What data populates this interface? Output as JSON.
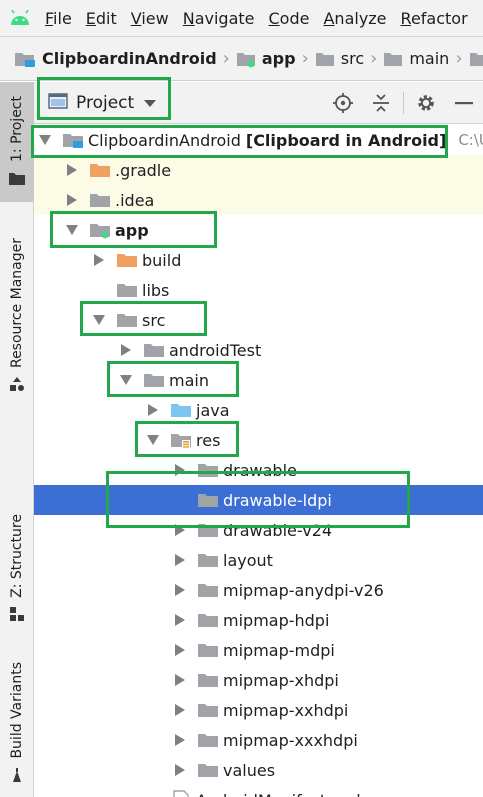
{
  "colors": {
    "folder_gray": "#a0a4a8",
    "folder_orange": "#f0a060",
    "folder_blue": "#7cc6ee",
    "android_green": "#3ddc84",
    "module_badge": "#2f9be0",
    "selection": "#3b6fd4",
    "highlight_box": "#22a84a"
  },
  "menu": {
    "items": [
      "File",
      "Edit",
      "View",
      "Navigate",
      "Code",
      "Analyze",
      "Refactor"
    ]
  },
  "breadcrumb": {
    "items": [
      {
        "label": "ClipboardinAndroid",
        "bold": true,
        "icon": "project-folder-icon"
      },
      {
        "label": "app",
        "bold": true,
        "icon": "module-folder-icon"
      },
      {
        "label": "src",
        "bold": false,
        "icon": "folder-icon"
      },
      {
        "label": "main",
        "bold": false,
        "icon": "folder-icon"
      },
      {
        "label": "",
        "bold": false,
        "icon": "folder-icon"
      }
    ]
  },
  "side_tabs": {
    "project": "1: Project",
    "resource_manager": "Resource Manager",
    "structure": "Z: Structure",
    "build_variants": "Build Variants"
  },
  "project_panel": {
    "view_label": "Project",
    "icons": [
      "locate-icon",
      "collapse-all-icon",
      "settings-icon",
      "minimize-icon"
    ]
  },
  "tree": [
    {
      "label": "ClipboardinAndroid",
      "suffix": "[Clipboard in Android]",
      "path": "C:\\U",
      "icon": "project",
      "expanded": true
    },
    {
      "label": ".gradle",
      "icon": "orange",
      "expanded": false
    },
    {
      "label": ".idea",
      "icon": "gray",
      "expanded": false
    },
    {
      "label": "app",
      "icon": "module",
      "expanded": true,
      "bold": true
    },
    {
      "label": "build",
      "icon": "orange",
      "expanded": false
    },
    {
      "label": "libs",
      "icon": "gray",
      "expanded": null
    },
    {
      "label": "src",
      "icon": "gray",
      "expanded": true
    },
    {
      "label": "androidTest",
      "icon": "gray",
      "expanded": false
    },
    {
      "label": "main",
      "icon": "gray",
      "expanded": true
    },
    {
      "label": "java",
      "icon": "blue",
      "expanded": false
    },
    {
      "label": "res",
      "icon": "res",
      "expanded": true
    },
    {
      "label": "drawable",
      "icon": "gray",
      "expanded": false
    },
    {
      "label": "drawable-ldpi",
      "icon": "gray",
      "expanded": null,
      "selected": true
    },
    {
      "label": "drawable-v24",
      "icon": "gray",
      "expanded": false
    },
    {
      "label": "layout",
      "icon": "gray",
      "expanded": false
    },
    {
      "label": "mipmap-anydpi-v26",
      "icon": "gray",
      "expanded": false
    },
    {
      "label": "mipmap-hdpi",
      "icon": "gray",
      "expanded": false
    },
    {
      "label": "mipmap-mdpi",
      "icon": "gray",
      "expanded": false
    },
    {
      "label": "mipmap-xhdpi",
      "icon": "gray",
      "expanded": false
    },
    {
      "label": "mipmap-xxhdpi",
      "icon": "gray",
      "expanded": false
    },
    {
      "label": "mipmap-xxxhdpi",
      "icon": "gray",
      "expanded": false
    },
    {
      "label": "values",
      "icon": "gray",
      "expanded": false
    },
    {
      "label": "AndroidManifest.xml",
      "icon": "file",
      "expanded": null
    }
  ]
}
